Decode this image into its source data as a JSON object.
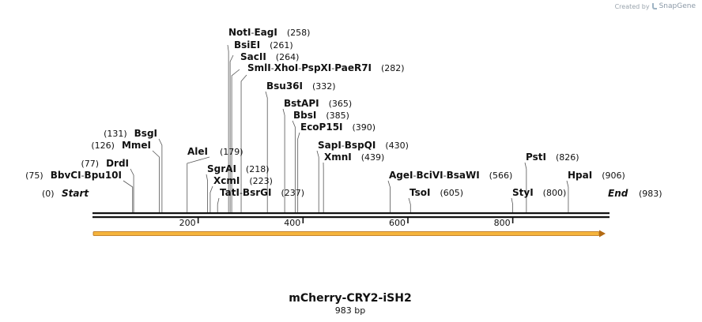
{
  "watermark": {
    "created_by": "Created by",
    "brand": "SnapGene"
  },
  "map": {
    "title": "mCherry-CRY2-iSH2",
    "subtitle": "983 bp",
    "length": 983,
    "ticks": [
      200,
      400,
      600,
      800
    ],
    "start_label": "Start",
    "start_pos": "(0)",
    "end_label": "End",
    "end_pos": "(983)",
    "feature_color": "#f5b43c"
  },
  "sites": [
    {
      "pos": 258,
      "names": [
        "NotI",
        "EagI"
      ],
      "pos_text": "(258)"
    },
    {
      "pos": 261,
      "names": [
        "BsiEI"
      ],
      "pos_text": "(261)"
    },
    {
      "pos": 264,
      "names": [
        "SacII"
      ],
      "pos_text": "(264)"
    },
    {
      "pos": 282,
      "names": [
        "SmlI",
        "XhoI",
        "PspXI",
        "PaeR7I"
      ],
      "pos_text": "(282)"
    },
    {
      "pos": 332,
      "names": [
        "Bsu36I"
      ],
      "pos_text": "(332)"
    },
    {
      "pos": 365,
      "names": [
        "BstAPI"
      ],
      "pos_text": "(365)"
    },
    {
      "pos": 385,
      "names": [
        "BbsI"
      ],
      "pos_text": "(385)"
    },
    {
      "pos": 390,
      "names": [
        "EcoP15I"
      ],
      "pos_text": "(390)"
    },
    {
      "pos": 430,
      "names": [
        "SapI",
        "BspQI"
      ],
      "pos_text": "(430)"
    },
    {
      "pos": 439,
      "names": [
        "XmnI"
      ],
      "pos_text": "(439)"
    },
    {
      "pos": 131,
      "names": [
        "BsgI"
      ],
      "pos_text": "(131)"
    },
    {
      "pos": 126,
      "names": [
        "MmeI"
      ],
      "pos_text": "(126)"
    },
    {
      "pos": 179,
      "names": [
        "AleI"
      ],
      "pos_text": "(179)"
    },
    {
      "pos": 826,
      "names": [
        "PstI"
      ],
      "pos_text": "(826)"
    },
    {
      "pos": 77,
      "names": [
        "DrdI"
      ],
      "pos_text": "(77)"
    },
    {
      "pos": 218,
      "names": [
        "SgrAI"
      ],
      "pos_text": "(218)"
    },
    {
      "pos": 75,
      "names": [
        "BbvCI",
        "Bpu10I"
      ],
      "pos_text": "(75)"
    },
    {
      "pos": 223,
      "names": [
        "XcmI"
      ],
      "pos_text": "(223)"
    },
    {
      "pos": 566,
      "names": [
        "AgeI",
        "BciVI",
        "BsaWI"
      ],
      "pos_text": "(566)"
    },
    {
      "pos": 906,
      "names": [
        "HpaI"
      ],
      "pos_text": "(906)"
    },
    {
      "pos": 237,
      "names": [
        "TatI",
        "BsrGI"
      ],
      "pos_text": "(237)"
    },
    {
      "pos": 605,
      "names": [
        "TsoI"
      ],
      "pos_text": "(605)"
    },
    {
      "pos": 800,
      "names": [
        "StyI"
      ],
      "pos_text": "(800)"
    }
  ]
}
